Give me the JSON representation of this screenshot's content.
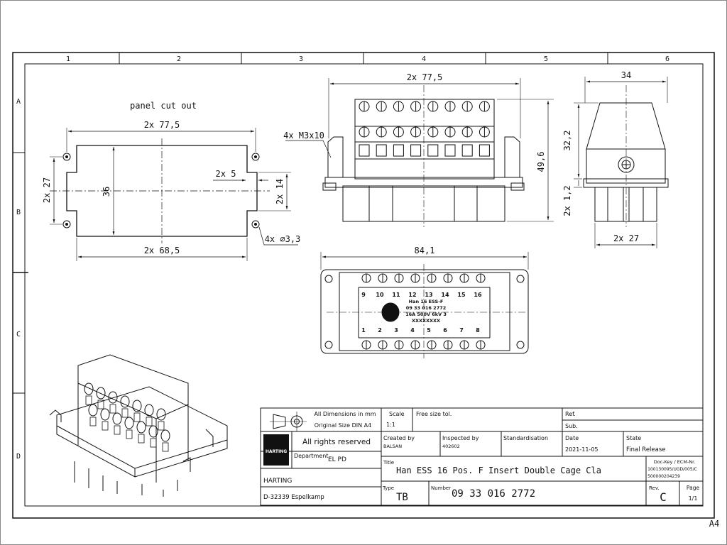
{
  "sheet": {
    "format": "A4",
    "columns": [
      "1",
      "2",
      "3",
      "4",
      "5",
      "6"
    ],
    "rows": [
      "A",
      "B",
      "C",
      "D"
    ]
  },
  "top_left_view": {
    "title": "panel cut out",
    "dim_width_top": "2x 77,5",
    "dim_height": "36",
    "dim_side": "2x 27",
    "dim_notch": "2x 5",
    "dim_notch_h": "2x 14",
    "dim_width_bottom": "2x 68,5",
    "dim_holes": "4x ∅3,3"
  },
  "front_view": {
    "dim_width": "2x 77,5",
    "dim_screw": "4x M3x10",
    "dim_height": "49,6"
  },
  "side_view": {
    "dim_width": "34",
    "dim_upper": "32,2",
    "dim_lower": "2x 1,2",
    "dim_base": "2x 27"
  },
  "plan_view": {
    "dim_width": "84,1",
    "top_numbers": [
      "9",
      "10",
      "11",
      "12",
      "13",
      "14",
      "15",
      "16"
    ],
    "bottom_numbers": [
      "1",
      "2",
      "3",
      "4",
      "5",
      "6",
      "7",
      "8"
    ],
    "marking": [
      "Han 16 ESS-F",
      "09 33 016 2772",
      "16A 500V 6kV 3",
      "XXXXXXXX"
    ]
  },
  "title_block": {
    "dimensions_note": "All Dimensions in mm",
    "size_note": "Original Size DIN A4",
    "scale_label": "Scale",
    "scale_value": "1:1",
    "tolerance": "Free size tol.",
    "ref_label": "Ref.",
    "sub_label": "Sub.",
    "rights": "All rights reserved",
    "logo_text": "HARTING",
    "created_label": "Created by",
    "created_value": "BALSAN",
    "inspected_label": "Inspected by",
    "inspected_value": "402602",
    "standard_label": "Standardisation",
    "date_label": "Date",
    "date_value": "2021-11-05",
    "state_label": "State",
    "state_value": "Final Release",
    "department_label": "Department",
    "department_value": "EL PD",
    "title_label": "Title",
    "title_value": "Han ESS 16 Pos. F Insert Double Cage Cla",
    "dockey_label": "Doc-Key / ECM-Nr.",
    "dockey_value1": "100130095/UGD/005/C",
    "dockey_value2": "500000204239",
    "company": "HARTING",
    "address": "D-32339 Espelkamp",
    "type_label": "Type",
    "type_value": "TB",
    "number_label": "Number",
    "number_value": "09 33 016 2772",
    "rev_label": "Rev.",
    "rev_value": "C",
    "page_label": "Page",
    "page_value": "1/1"
  }
}
